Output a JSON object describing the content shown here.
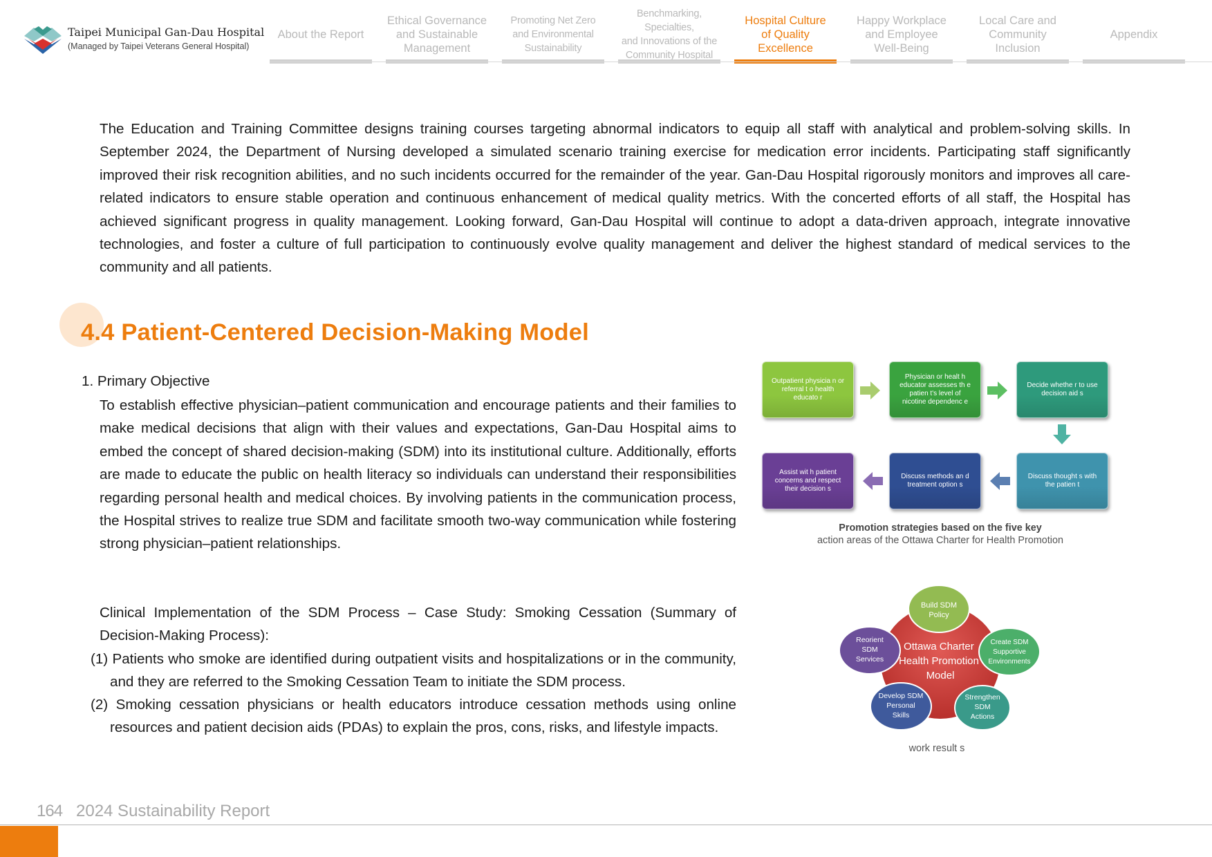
{
  "header": {
    "org_name": "Taipei Municipal Gan-Dau Hospital",
    "org_sub": "(Managed by Taipei Veterans General Hospital)",
    "nav": [
      {
        "label": "About the Report",
        "active": false
      },
      {
        "label": "Ethical Governance\nand Sustainable\nManagement",
        "active": false
      },
      {
        "label": "Promoting Net Zero\nand Environmental\nSustainability",
        "active": false
      },
      {
        "label": "Benchmarking, Specialties,\nand Innovations of the\nCommunity Hospital",
        "active": false
      },
      {
        "label": "Hospital Culture\nof Quality\nExcellence",
        "active": true
      },
      {
        "label": "Happy Workplace\nand Employee\nWell-Being",
        "active": false
      },
      {
        "label": "Local Care and\nCommunity\nInclusion",
        "active": false
      },
      {
        "label": "Appendix",
        "active": false
      }
    ],
    "accent_color": "#ed7d0e"
  },
  "intro": "The Education and Training Committee designs training courses targeting abnormal indicators to equip all staff with analytical and problem-solving skills. In September 2024, the Department of Nursing developed a simulated scenario training exercise for medication error incidents. Participating staff significantly improved their risk recognition abilities, and no such incidents occurred for the remainder of the year. Gan-Dau Hospital rigorously monitors and improves all care-related indicators to ensure stable operation and continuous enhancement of medical quality metrics. With the concerted efforts of all staff, the Hospital has achieved significant progress in quality management. Looking forward, Gan-Dau Hospital will continue to adopt a data-driven approach, integrate innovative technologies, and foster a culture of full participation to continuously evolve quality management and deliver the highest standard of medical services to the community and all patients.",
  "section": {
    "title": "4.4 Patient-Centered Decision-Making Model",
    "objective_heading": "1. Primary Objective",
    "objective_text": "To establish effective physician–patient communication and encourage patients and their families to make medical decisions that align with their values and expectations, Gan-Dau Hospital aims to embed the concept of shared decision-making (SDM) into its institutional culture. Additionally, efforts are made to educate the public on health literacy so individuals can understand their responsibilities regarding personal health and medical choices. By involving patients in the communication process, the Hospital strives to realize true SDM and facilitate smooth two-way communication while fostering strong physician–patient relationships.",
    "case_intro": "Clinical Implementation of the SDM Process – Case Study: Smoking Cessation (Summary of Decision-Making Process):",
    "items": [
      "(1) Patients who smoke are identified during outpatient visits and hospitalizations or in the community, and they are referred to the Smoking Cessation Team to initiate the SDM process.",
      "(2) Smoking cessation physicians or health educators introduce cessation methods using online resources and patient decision aids (PDAs) to explain the pros, cons, risks, and lifestyle impacts."
    ]
  },
  "flowchart": {
    "steps": [
      {
        "text": "Outpatient physicia n or referral t o health educato r",
        "color": "#8dc63f"
      },
      {
        "text": "Physician or healt h educator assesses th e patien t's level of nicotine dependenc e",
        "color": "#3aa33f"
      },
      {
        "text": "Decide whethe r to use decision aid s",
        "color": "#2e9a7c"
      },
      {
        "text": "Discuss thought s with the patien t",
        "color": "#3f93ad"
      },
      {
        "text": "Discuss methods an d treatment option s",
        "color": "#2f4e92"
      },
      {
        "text": "Assist wit h patient concerns and respect their decision s",
        "color": "#6a3f95"
      }
    ],
    "caption_bold": "Promotion strategies based on the five key",
    "caption_rest": "action areas of the Ottawa Charter for Health Promotion"
  },
  "ottawa": {
    "center": "Ottawa Charter Health Promotion Model",
    "nodes": [
      {
        "text": "Build SDM Policy",
        "color": "#8db54a"
      },
      {
        "text": "Create SDM Supportive Environments",
        "color": "#4caf6a"
      },
      {
        "text": "Strengthen SDM Actions",
        "color": "#3a9a8a"
      },
      {
        "text": "Develop SDM Personal Skills",
        "color": "#3f5a9c"
      },
      {
        "text": "Reorient SDM Services",
        "color": "#6c4f9a"
      }
    ],
    "caption": "work result s"
  },
  "footer": {
    "page_number": "164",
    "report_title": "2024 Sustainability  Report"
  }
}
